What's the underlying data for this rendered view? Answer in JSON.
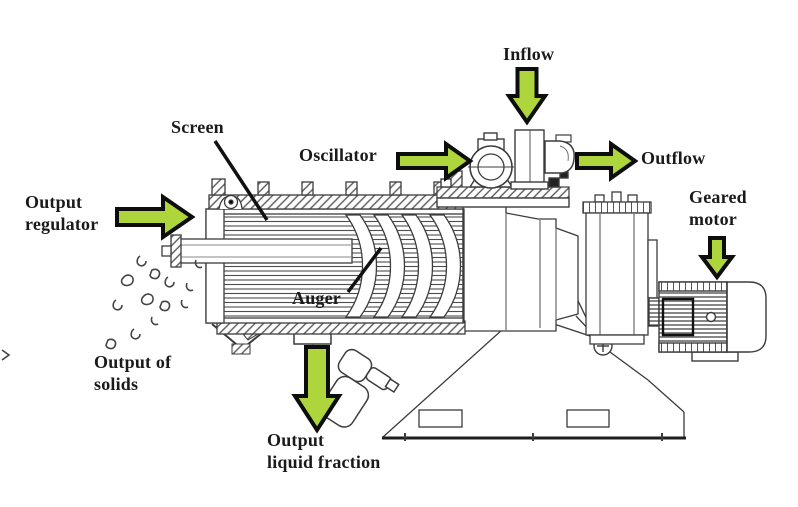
{
  "title": "Screw press separator — labeled schematic",
  "colors": {
    "background": "#ffffff",
    "text": "#1a1a1a",
    "arrow-fill": "#aed63c",
    "arrow-stroke": "#0d0d0d",
    "line": "#3c3c3c"
  },
  "labels": {
    "inflow": "Inflow",
    "oscillator": "Oscillator",
    "outflow": "Outflow",
    "screen": "Screen",
    "output_regulator_l1": "Output",
    "output_regulator_l2": "regulator",
    "geared_motor_l1": "Geared",
    "geared_motor_l2": "motor",
    "auger": "Auger",
    "output_solids_l1": "Output of",
    "output_solids_l2": "solids",
    "output_liquid_l1": "Output",
    "output_liquid_l2": "liquid fraction"
  },
  "arrows": [
    {
      "name": "output-regulator-arrow",
      "direction": "right"
    },
    {
      "name": "oscillator-arrow",
      "direction": "right"
    },
    {
      "name": "inflow-arrow",
      "direction": "down"
    },
    {
      "name": "outflow-arrow",
      "direction": "right"
    },
    {
      "name": "geared-motor-arrow",
      "direction": "down"
    },
    {
      "name": "output-liquid-arrow",
      "direction": "down"
    }
  ]
}
